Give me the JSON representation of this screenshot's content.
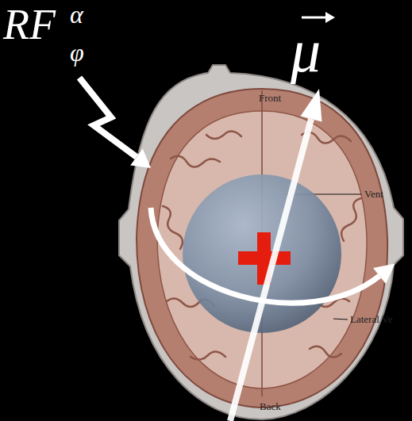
{
  "diagram": {
    "labels": [
      "RF",
      "φ",
      "α",
      "μ",
      "Front",
      "Back",
      "Vent",
      "Lateral Ve"
    ]
  }
}
